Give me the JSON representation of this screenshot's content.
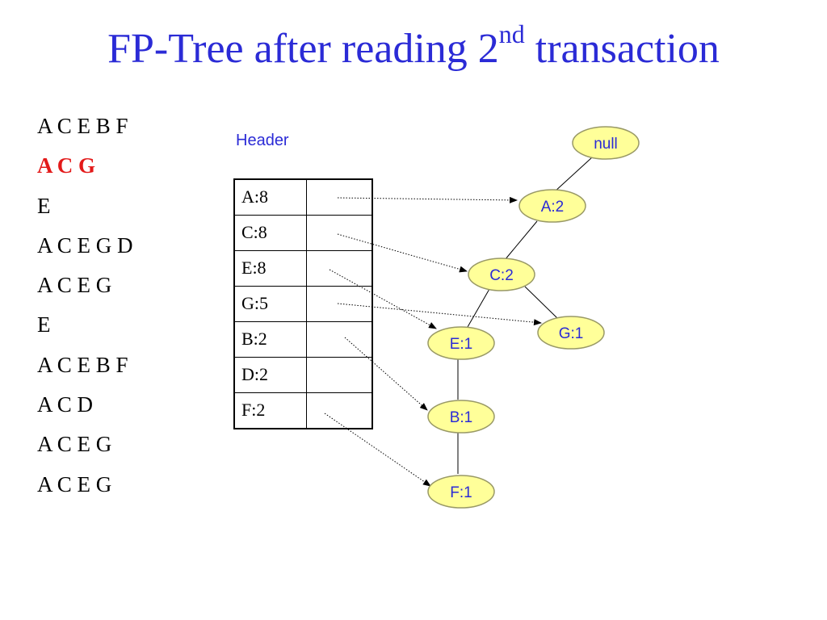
{
  "slide": {
    "title_main": "FP-Tree after reading 2",
    "title_sup": "nd",
    "title_end": " transaction"
  },
  "transactions": [
    {
      "text": "A C E B F",
      "highlight": false
    },
    {
      "text": "A C G",
      "highlight": true
    },
    {
      "text": "E",
      "highlight": false
    },
    {
      "text": "A C E G D",
      "highlight": false
    },
    {
      "text": "A C E G",
      "highlight": false
    },
    {
      "text": "E",
      "highlight": false
    },
    {
      "text": "A C E B F",
      "highlight": false
    },
    {
      "text": "A C D",
      "highlight": false
    },
    {
      "text": "A C E G",
      "highlight": false
    },
    {
      "text": "A C E G",
      "highlight": false
    }
  ],
  "header_table": {
    "label": "Header",
    "rows": [
      "A:8",
      "C:8",
      "E:8",
      "G:5",
      "B:2",
      "D:2",
      "F:2"
    ]
  },
  "tree": {
    "nodes": [
      {
        "id": "null",
        "label": "null"
      },
      {
        "id": "A",
        "label": "A:2"
      },
      {
        "id": "C",
        "label": "C:2"
      },
      {
        "id": "E",
        "label": "E:1"
      },
      {
        "id": "G",
        "label": "G:1"
      },
      {
        "id": "B",
        "label": "B:1"
      },
      {
        "id": "F",
        "label": "F:1"
      }
    ],
    "edges": [
      [
        "null",
        "A"
      ],
      [
        "A",
        "C"
      ],
      [
        "C",
        "E"
      ],
      [
        "C",
        "G"
      ],
      [
        "E",
        "B"
      ],
      [
        "B",
        "F"
      ]
    ],
    "header_links": [
      {
        "from": "A:8",
        "to": "A"
      },
      {
        "from": "C:8",
        "to": "C"
      },
      {
        "from": "E:8",
        "to": "E"
      },
      {
        "from": "G:5",
        "to": "G"
      },
      {
        "from": "B:2",
        "to": "B"
      },
      {
        "from": "F:2",
        "to": "F"
      }
    ]
  },
  "colors": {
    "title": "#2b2bd6",
    "highlight": "#e31a1a",
    "node_fill": "#ffff99",
    "node_stroke": "#999966",
    "node_text": "#2b2bd6"
  }
}
